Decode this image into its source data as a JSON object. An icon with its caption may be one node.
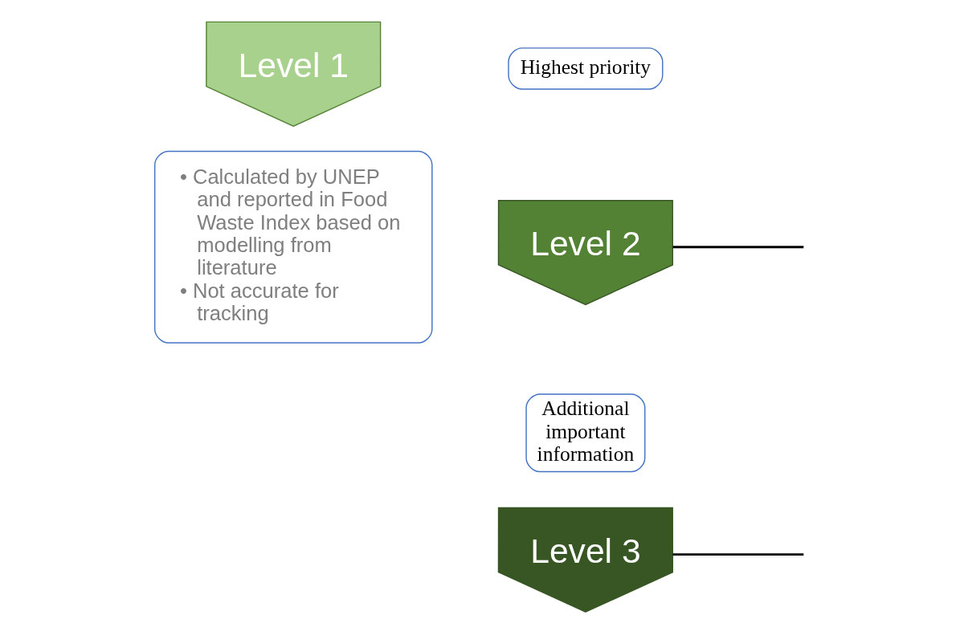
{
  "diagram": {
    "nodes": [
      {
        "text": [
          "Level 1"
        ]
      },
      {
        "text": [
          "• Calculated by UNEP and reported in Food Waste Index based on modelling from literature",
          "• Not accurate for tracking"
        ]
      },
      {
        "text": [
          "Highest priority"
        ]
      },
      {
        "text": [
          "Level 2"
        ]
      },
      {
        "text": [
          "Additional important information"
        ]
      },
      {
        "text": [
          "Level 3"
        ]
      }
    ],
    "edges": [
      {
        "from": 3,
        "to": null,
        "arrow": "none"
      },
      {
        "from": 5,
        "to": null,
        "arrow": "none"
      }
    ]
  }
}
